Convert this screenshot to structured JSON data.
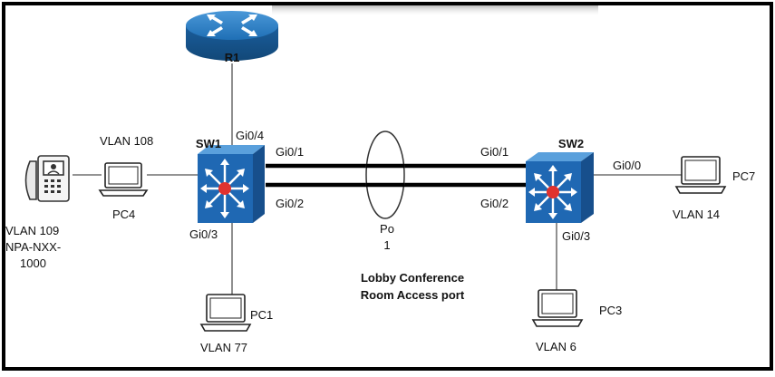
{
  "devices": {
    "r1": "R1",
    "sw1": "SW1",
    "sw2": "SW2",
    "pc1": "PC1",
    "pc3": "PC3",
    "pc4": "PC4",
    "pc7": "PC7"
  },
  "interfaces": {
    "sw1_gi04": "Gi0/4",
    "sw1_gi01": "Gi0/1",
    "sw1_gi02": "Gi0/2",
    "sw1_gi03": "Gi0/3",
    "sw2_gi01": "Gi0/1",
    "sw2_gi02": "Gi0/2",
    "sw2_gi03": "Gi0/3",
    "sw2_gi00": "Gi0/0"
  },
  "portchannel": {
    "line1": "Po",
    "line2": "1"
  },
  "vlans": {
    "phone_line1": "VLAN 109",
    "phone_line2": "NPA-NXX-",
    "phone_line3": "1000",
    "pc4": "VLAN 108",
    "pc1": "VLAN 77",
    "pc3": "VLAN 6",
    "pc7": "VLAN 14"
  },
  "note": {
    "line1": "Lobby Conference",
    "line2": "Room Access port"
  },
  "colors": {
    "router_blue": "#1f6fb5",
    "switch_blue": "#1d5fa8",
    "switch_side": "#2f7fc7",
    "switch_dot": "#e0322f",
    "frame": "#000000"
  }
}
